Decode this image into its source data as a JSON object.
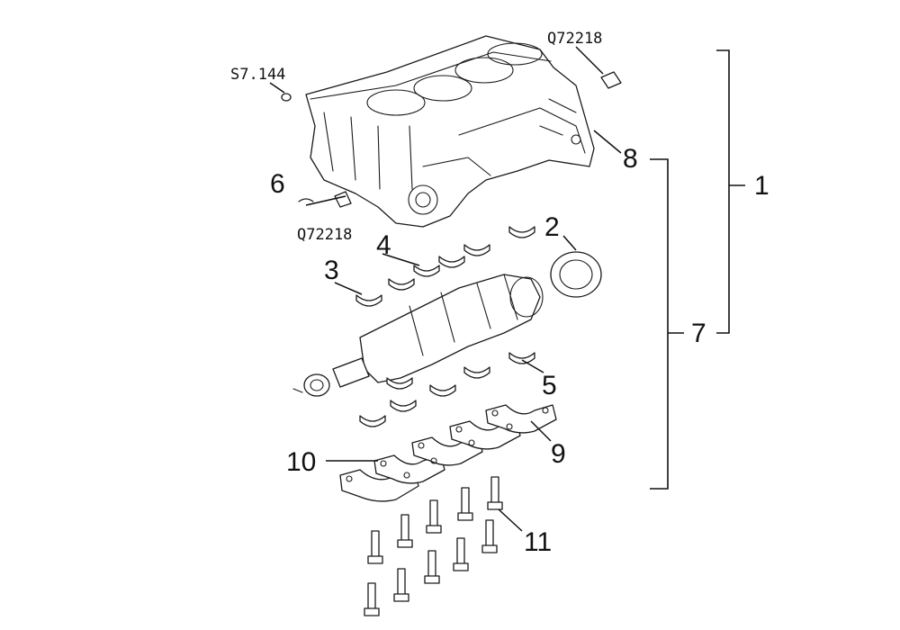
{
  "callouts": {
    "c1": "1",
    "c2": "2",
    "c3": "3",
    "c4": "4",
    "c5": "5",
    "c6": "6",
    "c7": "7",
    "c8": "8",
    "c9": "9",
    "c10": "10",
    "c11": "11"
  },
  "refs": {
    "s7": "S7.144",
    "q_top": "Q72218",
    "q_left": "Q72218"
  }
}
